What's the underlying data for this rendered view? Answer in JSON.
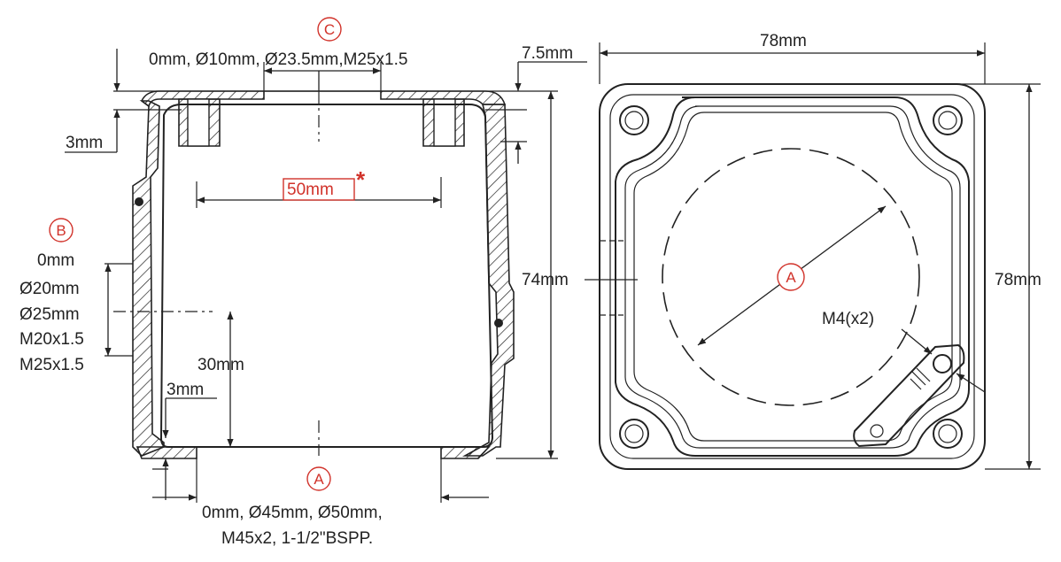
{
  "callouts": {
    "a": "A",
    "b": "B",
    "c": "C"
  },
  "side_view": {
    "top_opening": "0mm, Ø10mm, Ø23.5mm,M25x1.5",
    "lid_height": "7.5mm",
    "lid_wall": "3mm",
    "inner_width": "50mm",
    "inner_width_note": "*",
    "side_opening": [
      "0mm",
      "Ø20mm",
      "Ø25mm",
      "M20x1.5",
      "M25x1.5"
    ],
    "side_hole_height": "30mm",
    "base_wall": "3mm",
    "bottom_opening_line1": "0mm, Ø45mm, Ø50mm,",
    "bottom_opening_line2": "M45x2, 1-1/2\"BSPP.",
    "total_height": "74mm"
  },
  "top_view": {
    "width": "78mm",
    "height": "78mm",
    "screws": "M4(x2)"
  },
  "colors": {
    "accent": "#d1322a",
    "line": "#222222",
    "background": "#ffffff"
  }
}
